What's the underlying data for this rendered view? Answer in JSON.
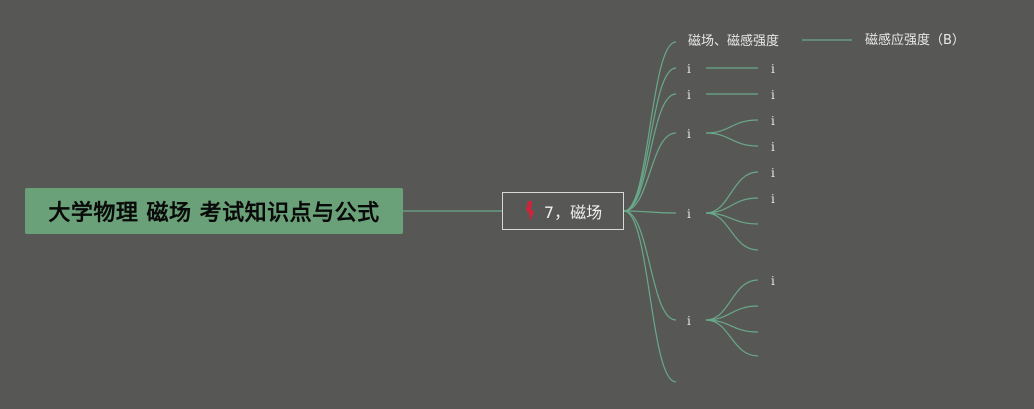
{
  "root": {
    "title": "大学物理 磁场 考试知识点与公式"
  },
  "topic": {
    "label": "7，磁场",
    "icon": "red-bookmark-icon"
  },
  "branches": {
    "b1": {
      "label": "磁场、磁感强度",
      "child1": "磁感应强度（B）"
    },
    "b2": {
      "label": "i",
      "child1": "i"
    },
    "b3": {
      "label": "i",
      "child1": "i"
    },
    "b4": {
      "label": "i",
      "child1": "i",
      "child2": "i"
    },
    "b5": {
      "label": "i",
      "child1": "i",
      "child2": "i"
    },
    "b6": {
      "label": "i",
      "child1": "i"
    }
  },
  "colors": {
    "background": "#575855",
    "root_fill": "#6aa178",
    "link": "#6aa88a",
    "topic_border": "#d8d8d8",
    "bookmark": "#d0243a"
  }
}
